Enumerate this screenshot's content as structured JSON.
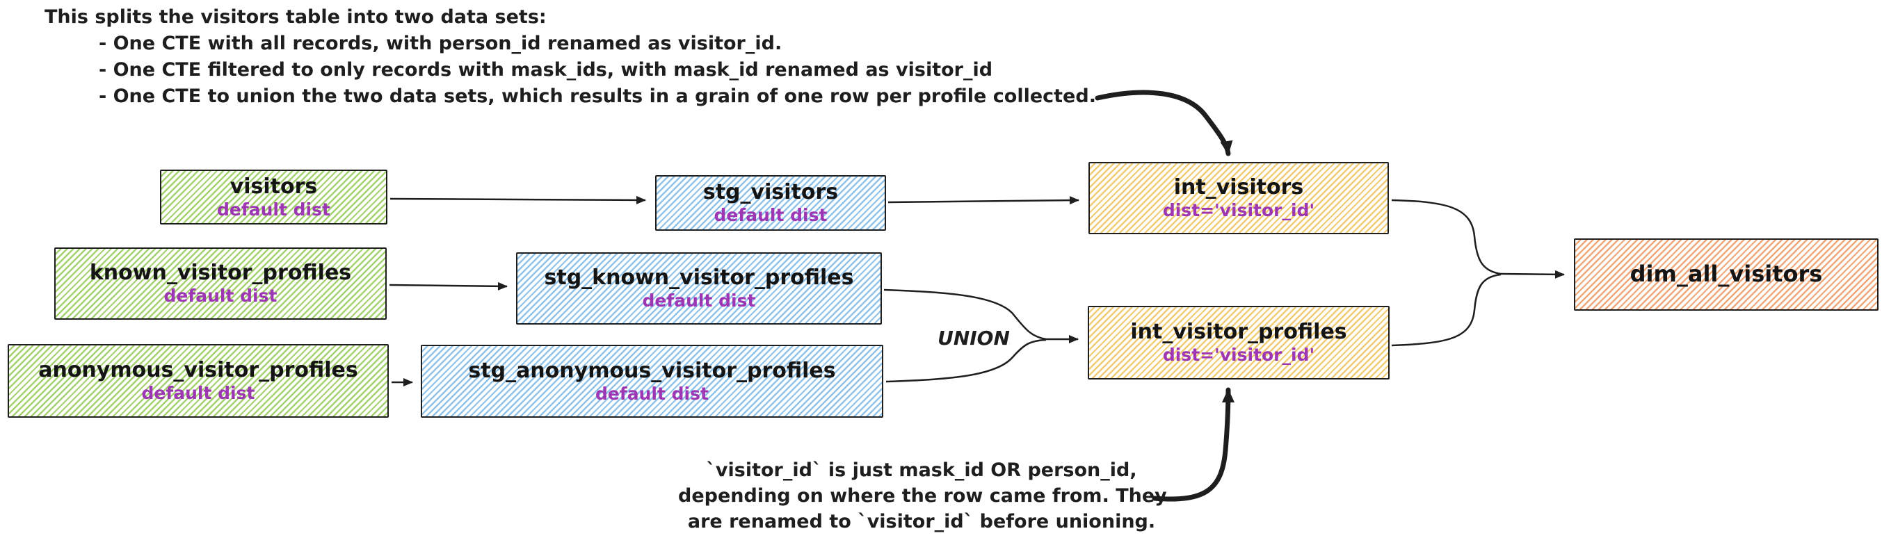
{
  "colors": {
    "stroke": "#1e1e1e",
    "purple": "#9d36b2",
    "green": "#a6d171",
    "blue": "#8fc3eb",
    "yellow": "#f2cc74",
    "orange": "#f0a878"
  },
  "annotations": {
    "top_note": {
      "title": "This splits the visitors table into two data sets:",
      "bullets": [
        "- One CTE with all records, with person_id renamed as visitor_id.",
        "- One CTE filtered to only records with mask_ids, with mask_id renamed as visitor_id",
        "- One CTE to union the two data sets, which results in a grain of one row per profile collected."
      ]
    },
    "bottom_note": {
      "lines": [
        "`visitor_id` is just mask_id OR person_id,",
        "depending on where the row came from. They",
        "are renamed to `visitor_id` before unioning."
      ]
    },
    "union_label": "UNION"
  },
  "nodes": [
    {
      "id": "visitors",
      "title": "visitors",
      "subtitle": "default dist",
      "color": "green"
    },
    {
      "id": "stg_visitors",
      "title": "stg_visitors",
      "subtitle": "default dist",
      "color": "blue"
    },
    {
      "id": "int_visitors",
      "title": "int_visitors",
      "subtitle": "dist='visitor_id'",
      "color": "yellow"
    },
    {
      "id": "known_visitor_profiles",
      "title": "known_visitor_profiles",
      "subtitle": "default dist",
      "color": "green"
    },
    {
      "id": "stg_known_visitor_profiles",
      "title": "stg_known_visitor_profiles",
      "subtitle": "default dist",
      "color": "blue"
    },
    {
      "id": "anonymous_visitor_profiles",
      "title": "anonymous_visitor_profiles",
      "subtitle": "default dist",
      "color": "green"
    },
    {
      "id": "stg_anonymous_visitor_profiles",
      "title": "stg_anonymous_visitor_profiles",
      "subtitle": "default dist",
      "color": "blue"
    },
    {
      "id": "int_visitor_profiles",
      "title": "int_visitor_profiles",
      "subtitle": "dist='visitor_id'",
      "color": "yellow"
    },
    {
      "id": "dim_all_visitors",
      "title": "dim_all_visitors",
      "subtitle": "",
      "color": "orange"
    }
  ],
  "edges": [
    {
      "from": "visitors",
      "to": "stg_visitors",
      "label": ""
    },
    {
      "from": "stg_visitors",
      "to": "int_visitors",
      "label": ""
    },
    {
      "from": "known_visitor_profiles",
      "to": "stg_known_visitor_profiles",
      "label": ""
    },
    {
      "from": "anonymous_visitor_profiles",
      "to": "stg_anonymous_visitor_profiles",
      "label": ""
    },
    {
      "from": "stg_known_visitor_profiles",
      "to": "int_visitor_profiles",
      "label": "UNION"
    },
    {
      "from": "stg_anonymous_visitor_profiles",
      "to": "int_visitor_profiles",
      "label": "UNION"
    },
    {
      "from": "int_visitors",
      "to": "dim_all_visitors",
      "label": ""
    },
    {
      "from": "int_visitor_profiles",
      "to": "dim_all_visitors",
      "label": ""
    },
    {
      "from": "top_note",
      "to": "int_visitors",
      "label": ""
    },
    {
      "from": "bottom_note",
      "to": "int_visitor_profiles",
      "label": ""
    }
  ]
}
